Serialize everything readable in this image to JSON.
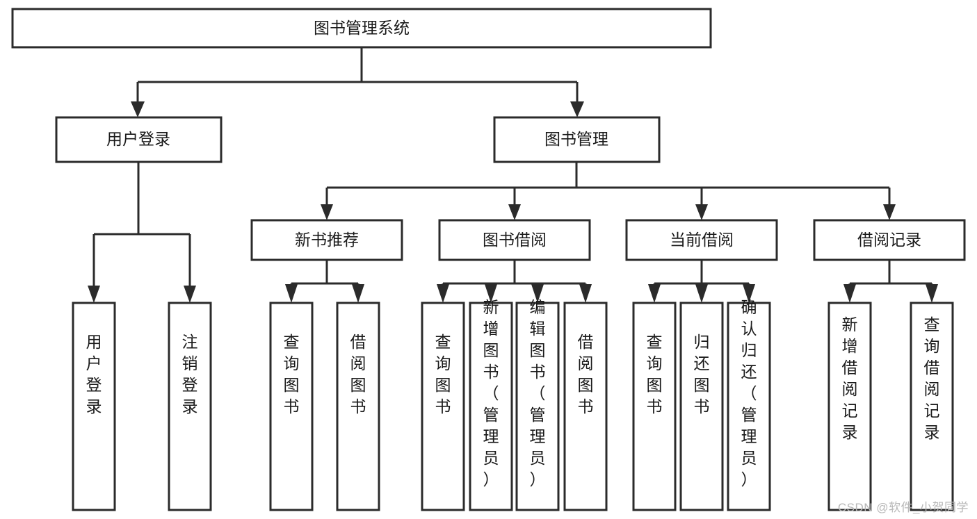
{
  "diagram": {
    "type": "tree-hierarchy",
    "title": "图书管理系统",
    "watermark": "CSDN @软件_小贺同学",
    "colors": {
      "box_stroke": "#2b2b2b",
      "box_fill": "#ffffff",
      "text": "#1a1a1a",
      "connector": "#2b2b2b",
      "watermark": "#b8b8b8",
      "background": "#ffffff"
    },
    "levels": {
      "root": {
        "label": "图书管理系统"
      },
      "level2": [
        {
          "label": "用户登录"
        },
        {
          "label": "图书管理"
        }
      ],
      "level3": [
        {
          "label": "新书推荐"
        },
        {
          "label": "图书借阅"
        },
        {
          "label": "当前借阅"
        },
        {
          "label": "借阅记录"
        }
      ],
      "leaves": {
        "user_login": [
          {
            "label": "用户登录"
          },
          {
            "label": "注销登录"
          }
        ],
        "new_book_recommend": [
          {
            "label": "查询图书"
          },
          {
            "label": "借阅图书"
          }
        ],
        "book_borrow": [
          {
            "label": "查询图书"
          },
          {
            "label": "新增图书（管理员）"
          },
          {
            "label": "编辑图书（管理员）"
          },
          {
            "label": "借阅图书"
          }
        ],
        "current_borrow": [
          {
            "label": "查询图书"
          },
          {
            "label": "归还图书"
          },
          {
            "label": "确认归还（管理员）"
          }
        ],
        "borrow_record": [
          {
            "label": "新增借阅记录"
          },
          {
            "label": "查询借阅记录"
          }
        ]
      }
    }
  }
}
